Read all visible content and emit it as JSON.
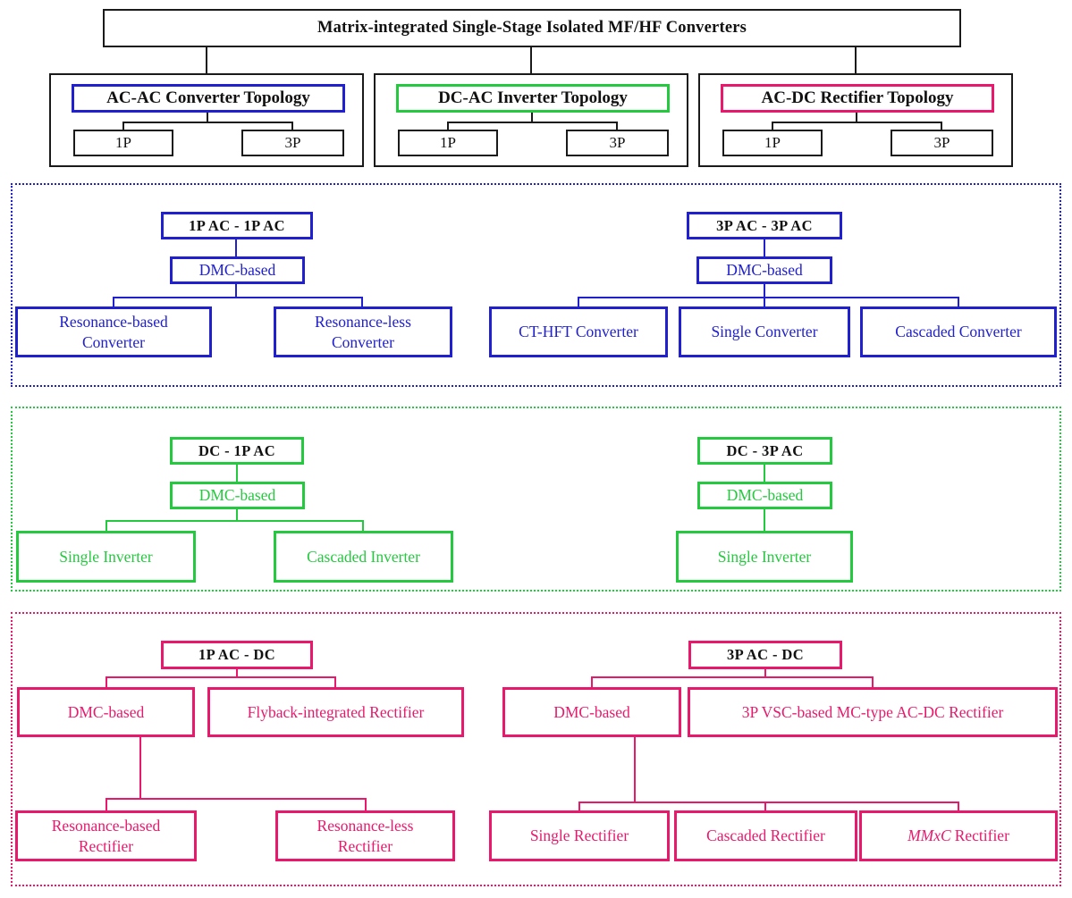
{
  "palette": {
    "blue": "#2020CE",
    "green": "#25C93F",
    "pink": "#E8196D",
    "black": "#1a1a1a"
  },
  "root": {
    "title": "Matrix-integrated Single-Stage Isolated MF/HF Converters"
  },
  "topologies": {
    "ac_ac": {
      "title": "AC-AC Converter Topology",
      "p1": "1P",
      "p3": "3P"
    },
    "dc_ac": {
      "title": "DC-AC Inverter Topology",
      "p1": "1P",
      "p3": "3P"
    },
    "ac_dc": {
      "title": "AC-DC Rectifier Topology",
      "p1": "1P",
      "p3": "3P"
    }
  },
  "ac_ac": {
    "left": {
      "header": "1P AC - 1P AC",
      "mid": "DMC-based",
      "leaf1": "Resonance-based\nConverter",
      "leaf2": "Resonance-less\nConverter"
    },
    "right": {
      "header": "3P AC - 3P AC",
      "mid": "DMC-based",
      "leaf1": "CT-HFT Converter",
      "leaf2": "Single Converter",
      "leaf3": "Cascaded Converter"
    }
  },
  "dc_ac": {
    "left": {
      "header": "DC - 1P AC",
      "mid": "DMC-based",
      "leaf1": "Single Inverter",
      "leaf2": "Cascaded Inverter"
    },
    "right": {
      "header": "DC - 3P AC",
      "mid": "DMC-based",
      "leaf1": "Single Inverter"
    }
  },
  "ac_dc": {
    "left": {
      "header": "1P AC - DC",
      "mid": "DMC-based",
      "sibling": "Flyback-integrated Rectifier",
      "leaf1": "Resonance-based\nRectifier",
      "leaf2": "Resonance-less\nRectifier"
    },
    "right": {
      "header": "3P AC - DC",
      "mid": "DMC-based",
      "sibling": "3P VSC-based MC-type AC-DC Rectifier",
      "leaf1": "Single Rectifier",
      "leaf2": "Cascaded Rectifier",
      "leaf3_italic": "MMxC",
      "leaf3_rest": "Rectifier"
    }
  }
}
